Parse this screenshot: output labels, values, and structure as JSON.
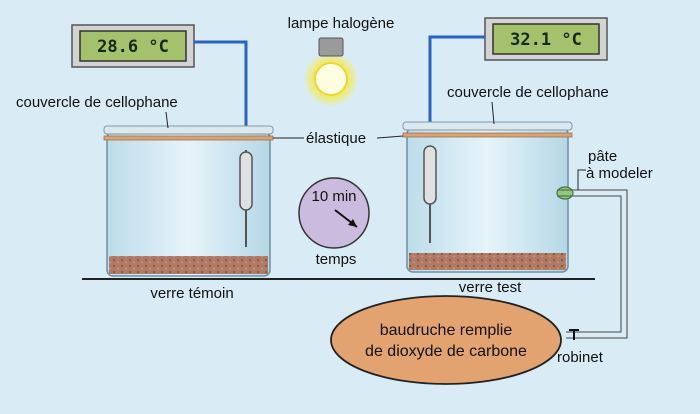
{
  "labels": {
    "lamp": "lampe halogène",
    "cover_left": "couvercle de cellophane",
    "cover_right": "couvercle de cellophane",
    "elastic": "élastique",
    "paste_line1": "pâte",
    "paste_line2": "à modeler",
    "clock_time": "10 min",
    "time": "temps",
    "jar_left": "verre témoin",
    "jar_right": "verre test",
    "balloon_line1": "baudruche remplie",
    "balloon_line2": "de dioxyde de carbone",
    "tap": "robinet"
  },
  "thermometers": {
    "left": "28.6 °C",
    "right": "32.1 °C"
  },
  "colors": {
    "background": "#d9ecf6",
    "lcd_screen": "#a3c26b",
    "wire": "#2a62c4",
    "balloon": "#e3a370",
    "clock_face": "#cbbcdf",
    "soil": "#b07a65",
    "elastic": "#d7a47a"
  }
}
